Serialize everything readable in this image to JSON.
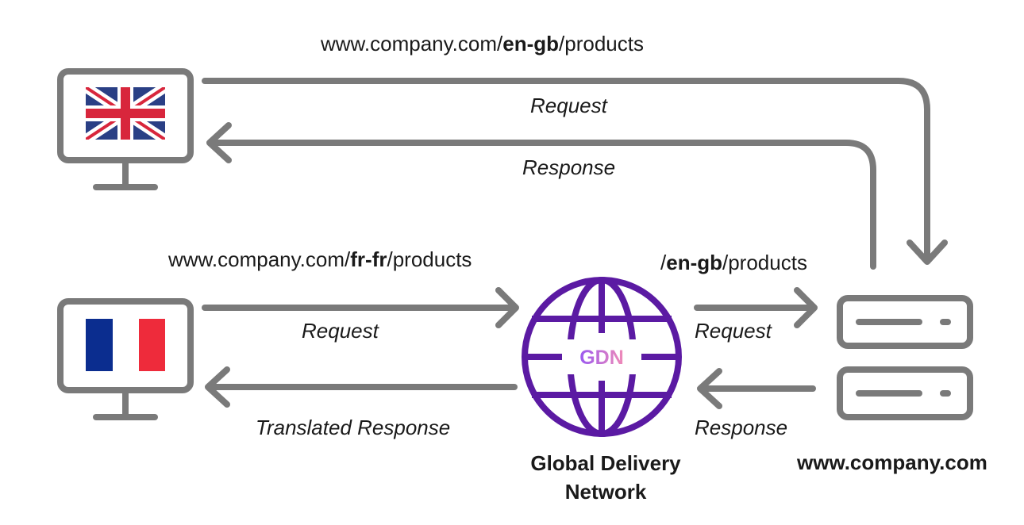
{
  "urls": {
    "uk": {
      "prefix": "www.company.com/",
      "locale": "en-gb",
      "suffix": "/products"
    },
    "fr": {
      "prefix": "www.company.com/",
      "locale": "fr-fr",
      "suffix": "/products"
    },
    "forwarded": {
      "prefix": "/",
      "locale": "en-gb",
      "suffix": "/products"
    }
  },
  "labels": {
    "uk_request": "Request",
    "uk_response": "Response",
    "fr_request": "Request",
    "fr_response": "Translated Response",
    "server_request": "Request",
    "server_response": "Response"
  },
  "gdn": {
    "badge": "GDN",
    "caption_line1": "Global Delivery",
    "caption_line2": "Network"
  },
  "server": {
    "caption": "www.company.com"
  },
  "colors": {
    "connector": "#7a7a7a",
    "globe": "#5b1aa3",
    "badge_gradient": [
      "#9b59f0",
      "#f08bb8"
    ],
    "uk_flag_blue": "#2a3f85",
    "uk_flag_red": "#d8263c",
    "fr_flag_blue": "#0b2d8f",
    "fr_flag_red": "#ee2b3b"
  },
  "icons": {
    "uk_client": "monitor-icon",
    "fr_client": "monitor-icon",
    "uk_flag": "uk-flag-icon",
    "fr_flag": "france-flag-icon",
    "gdn": "globe-icon",
    "server": "server-rack-icon"
  }
}
